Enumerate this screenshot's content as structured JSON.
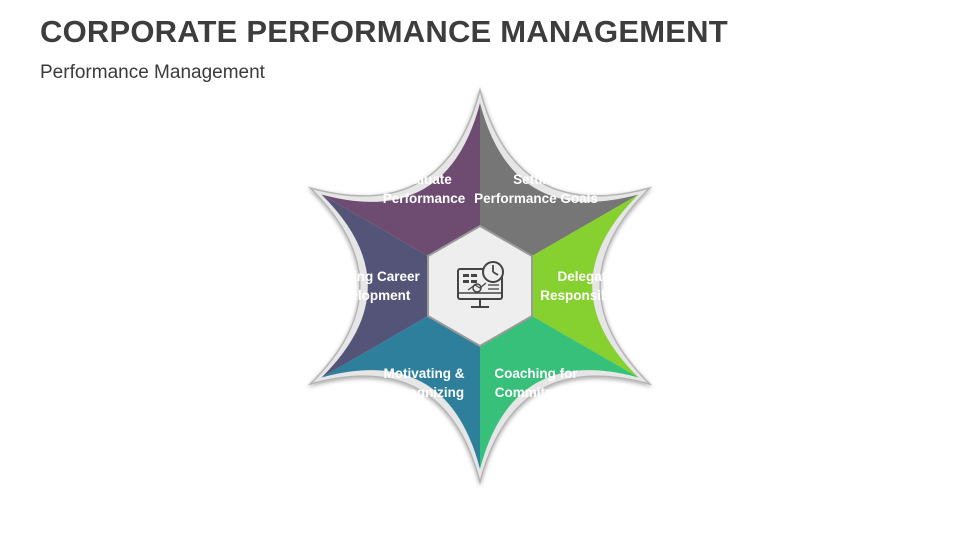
{
  "title": "CORPORATE PERFORMANCE MANAGEMENT",
  "subtitle": "Performance Management",
  "center": {
    "icon": "monitor-dashboard-gear-icon"
  },
  "segments": [
    {
      "id": "setting-goals",
      "lines": [
        "Setting",
        "Performance Goals"
      ],
      "color": "#767676"
    },
    {
      "id": "delegating",
      "lines": [
        "Delegating",
        "Responsibilities"
      ],
      "color": "#86d12f"
    },
    {
      "id": "coaching",
      "lines": [
        "Coaching for",
        "Commitment"
      ],
      "color": "#37c079"
    },
    {
      "id": "motivating",
      "lines": [
        "Motivating &",
        "Recognizing"
      ],
      "color": "#2e7f9c"
    },
    {
      "id": "planning",
      "lines": [
        "Planning Career",
        "Development"
      ],
      "color": "#545478"
    },
    {
      "id": "evaluate",
      "lines": [
        "Evaluate",
        "Performance"
      ],
      "color": "#6e4c72"
    }
  ]
}
